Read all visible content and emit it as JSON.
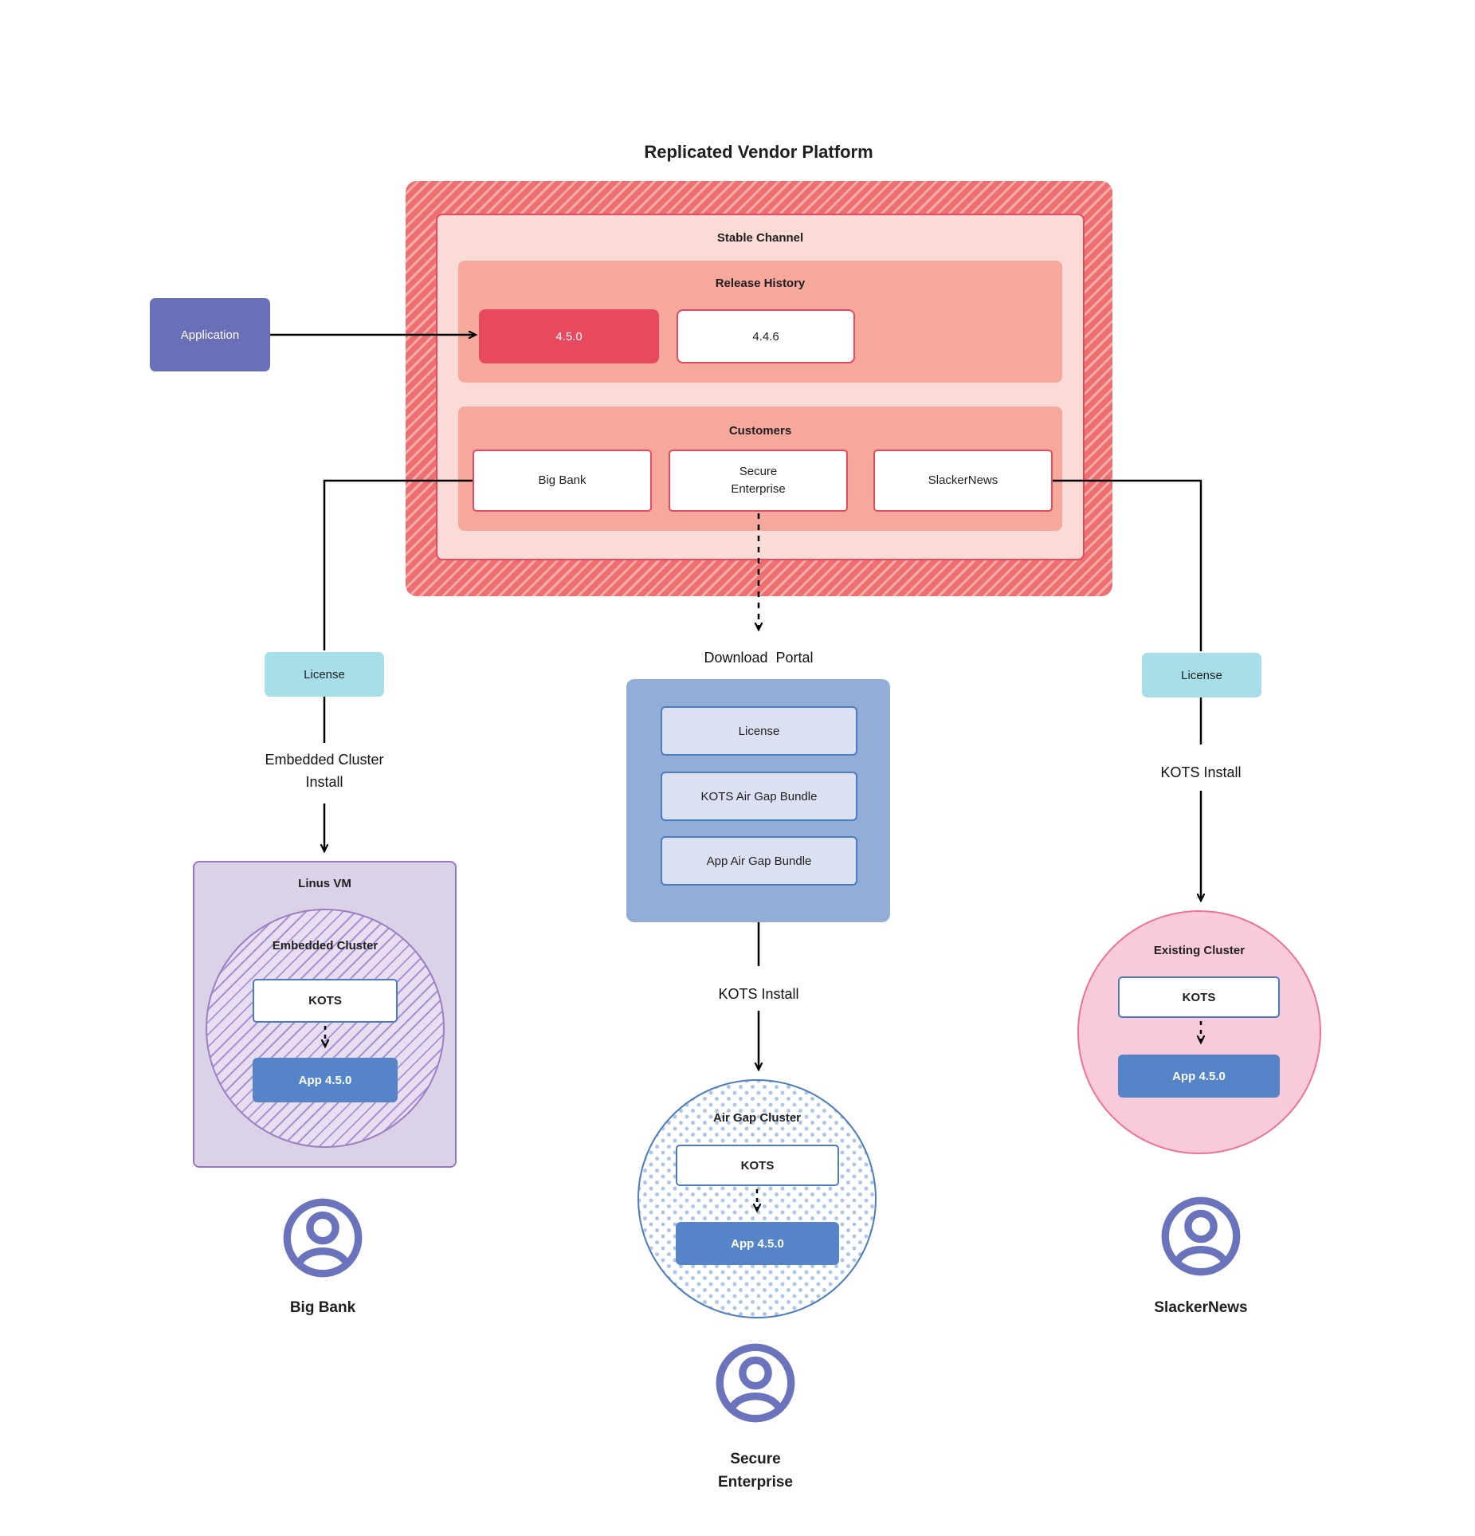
{
  "title": "Replicated Vendor Platform",
  "platform": {
    "stable_channel": {
      "label": "Stable Channel",
      "release_history": {
        "label": "Release History",
        "releases": [
          {
            "version": "4.5.0",
            "current": true
          },
          {
            "version": "4.4.6",
            "current": false
          }
        ]
      },
      "customers": {
        "label": "Customers",
        "items": [
          {
            "name": "Big Bank"
          },
          {
            "name": "Secure Enterprise"
          },
          {
            "name": "SlackerNews"
          }
        ]
      }
    }
  },
  "application": {
    "label": "Application"
  },
  "left_branch": {
    "license_label": "License",
    "install_label": "Embedded Cluster Install",
    "vm": {
      "title": "Linus VM",
      "cluster_label": "Embedded Cluster",
      "kots_label": "KOTS",
      "app_label": "App 4.5.0"
    },
    "customer_label": "Big Bank"
  },
  "middle_branch": {
    "portal_title": "Download Portal",
    "portal_items": [
      {
        "label": "License"
      },
      {
        "label": "KOTS Air Gap Bundle"
      },
      {
        "label": "App Air Gap Bundle"
      }
    ],
    "install_label": "KOTS Install",
    "cluster": {
      "title": "Air Gap Cluster",
      "kots_label": "KOTS",
      "app_label": "App 4.5.0"
    },
    "customer_label": "Secure Enterprise"
  },
  "right_branch": {
    "license_label": "License",
    "install_label": "KOTS Install",
    "cluster": {
      "title": "Existing Cluster",
      "kots_label": "KOTS",
      "app_label": "App 4.5.0"
    },
    "customer_label": "SlackerNews"
  },
  "colors": {
    "platform_hatch_base": "#ee6f6f",
    "platform_hatch_stripe": "#f7abab",
    "stable_channel_bg": "#fbdbd6",
    "red_border": "#e8495f",
    "salmon_panel": "#f6a89d",
    "release_current_bg": "#e8495f",
    "application_bg": "#6a70b8",
    "license_bg": "#a6dfe9",
    "portal_bg": "#93add9",
    "portal_item_bg": "#dbe0f2",
    "blue_border": "#4a7cbf",
    "app_box_bg": "#5585c8",
    "vm_bg": "#dcd2e8",
    "vm_border": "#9577c5",
    "vm_hatch": "#a98fd0",
    "airgap_dot": "#aec6e8",
    "existing_bg": "#f9cbda",
    "existing_border": "#ee7297",
    "user_icon": "#6a74bc",
    "connector": "#000000"
  }
}
